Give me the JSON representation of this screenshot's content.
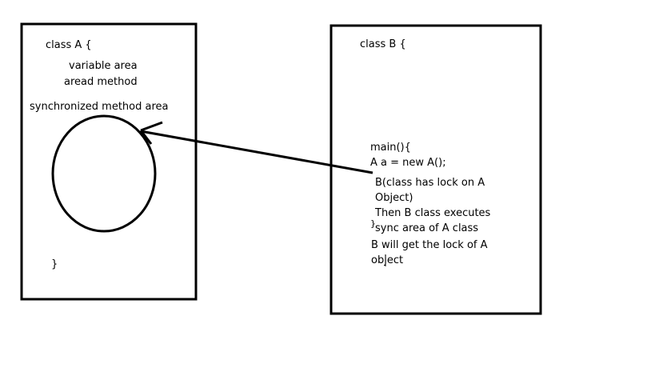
{
  "class_a": {
    "header": "class A {",
    "variable_area": "variable area",
    "aread_method": "aread method",
    "sync_area": "synchronized method area",
    "closing": "}"
  },
  "class_b": {
    "header": "class B {",
    "main": "main(){",
    "instantiation": "A a = new A();",
    "note_line1": "B(class has lock on A",
    "note_line2": "Object)",
    "note_line3": "Then B class executes",
    "brace": "}",
    "note_line4": "sync area of A class",
    "note_line5": "B will get the lock of A",
    "note_line6": "object"
  },
  "colors": {
    "stroke": "#000000",
    "background": "#ffffff"
  }
}
